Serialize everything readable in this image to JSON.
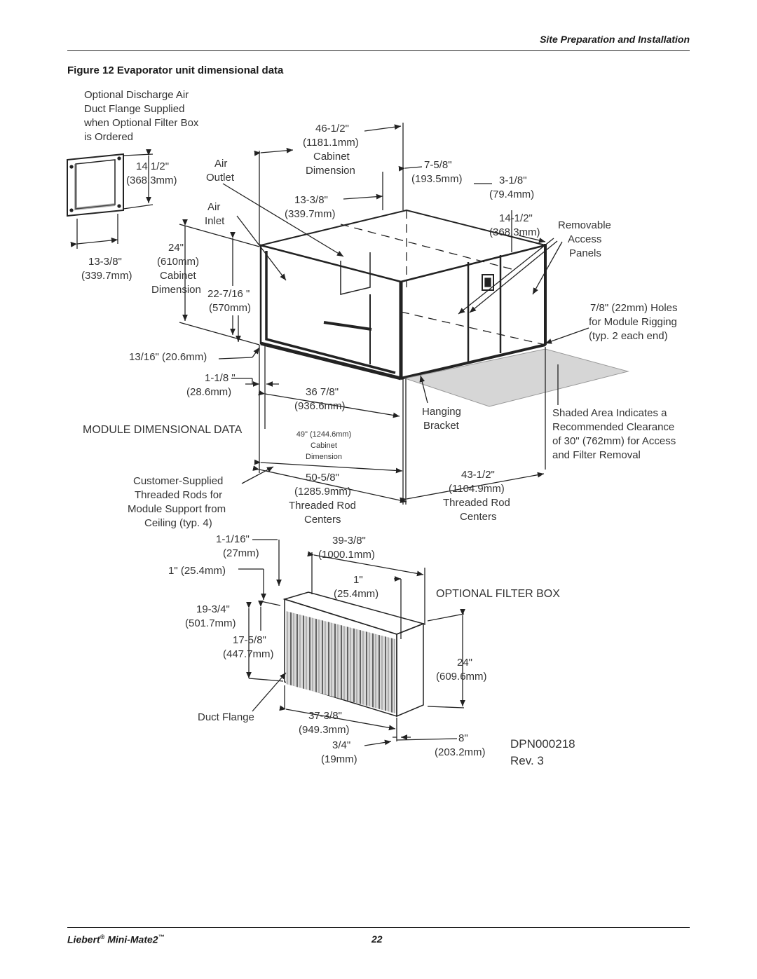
{
  "header": {
    "section": "Site Preparation and Installation"
  },
  "figure": {
    "caption": "Figure 12   Evaporator unit dimensional data"
  },
  "labels": {
    "flange_note": [
      "Optional  Discharge Air",
      "Duct Flange Supplied",
      "when Optional Filter Box",
      "is Ordered"
    ],
    "flange_w": [
      "14 1/2\"",
      "(368.3mm)"
    ],
    "flange_h": [
      "13-3/8\"",
      "(339.7mm)"
    ],
    "air_outlet": [
      "Air",
      "Outlet"
    ],
    "air_inlet": [
      "Air",
      "Inlet"
    ],
    "cab_width": [
      "46-1/2\"",
      "(1181.1mm)",
      "Cabinet",
      "Dimension"
    ],
    "outlet_h": [
      "13-3/8\"",
      "(339.7mm)"
    ],
    "d_7_5_8": [
      "7-5/8\"",
      "(193.5mm)"
    ],
    "d_3_1_8": [
      "3-1/8\"",
      "(79.4mm)"
    ],
    "d_14_1_2": [
      "14-1/2\"",
      "(368.3mm)"
    ],
    "removable": [
      "Removable",
      "Access",
      "Panels"
    ],
    "cab_height": [
      "24\"",
      "(610mm)",
      "Cabinet",
      "Dimension"
    ],
    "d_22_7_16": [
      "22-7/16 \"",
      "(570mm)"
    ],
    "holes": [
      "7/8\" (22mm) Holes",
      "for Module Rigging",
      "(typ. 2 each end)"
    ],
    "d_13_16": "13/16\" (20.6mm)",
    "d_1_1_8": [
      "1-1/8 \"",
      "(28.6mm)"
    ],
    "d_36_7_8": [
      "36 7/8\"",
      "(936.6mm)"
    ],
    "hanging": [
      "Hanging",
      "Bracket"
    ],
    "shaded": [
      "Shaded Area Indicates a",
      "Recommended Clearance",
      "of 30\" (762mm) for Access",
      "and Filter Removal"
    ],
    "module_title": "MODULE DIMENSIONAL DATA",
    "d_49": [
      "49\" (1244.6mm)",
      "Cabinet",
      "Dimension"
    ],
    "rods": [
      "Customer-Supplied",
      "Threaded Rods for",
      "Module Support from",
      "Ceiling (typ. 4)"
    ],
    "d_50_5_8": [
      "50-5/8\"",
      "(1285.9mm)",
      "Threaded Rod",
      "Centers"
    ],
    "d_43_1_2": [
      "43-1/2\"",
      "(1104.9mm)",
      "Threaded Rod",
      "Centers"
    ],
    "f_1_1_16": [
      "1-1/16\"",
      "(27mm)"
    ],
    "f_1in": "1\" (25.4mm)",
    "f_39_3_8": [
      "39-3/8\"",
      "(1000.1mm)"
    ],
    "f_1in_b": [
      "1\"",
      "(25.4mm)"
    ],
    "filter_title": "OPTIONAL FILTER BOX",
    "f_19_3_4": [
      "19-3/4\"",
      "(501.7mm)"
    ],
    "f_17_5_8": [
      "17-5/8\"",
      "(447.7mm)"
    ],
    "f_24": [
      "24\"",
      "(609.6mm)"
    ],
    "duct_flange": "Duct Flange",
    "f_37_3_8": [
      "37-3/8\"",
      "(949.3mm)"
    ],
    "f_3_4": [
      "3/4\"",
      "(19mm)"
    ],
    "f_8": [
      "8\"",
      "(203.2mm)"
    ],
    "dpn": [
      "DPN000218",
      "Rev. 3"
    ]
  },
  "footer": {
    "brand": "Liebert",
    "reg": "®",
    "model": "Mini-Mate2",
    "tm": "™",
    "page": "22"
  }
}
